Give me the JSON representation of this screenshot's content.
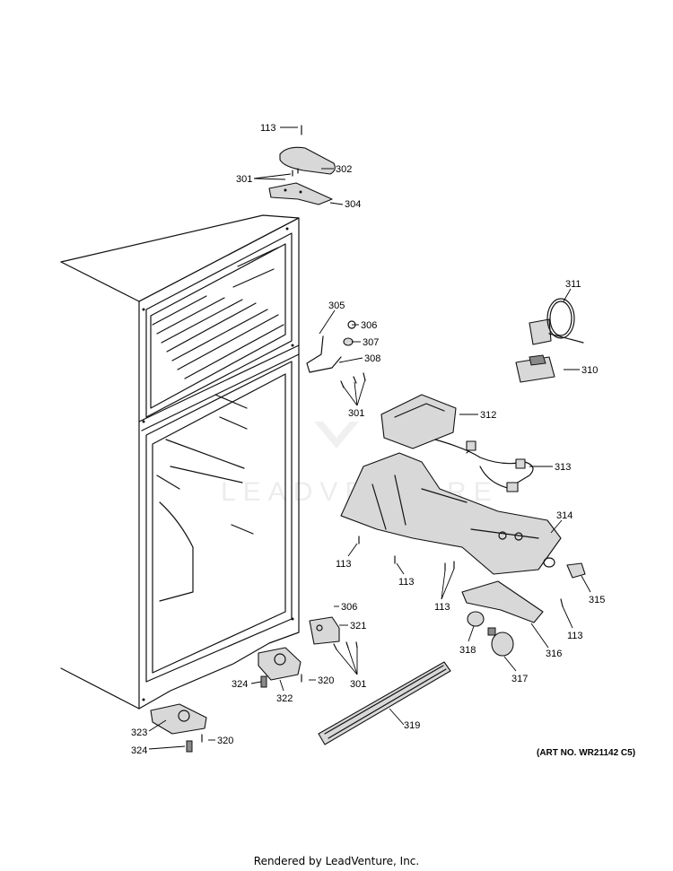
{
  "callouts": {
    "c113a": "113",
    "c302": "302",
    "c301a": "301",
    "c304": "304",
    "c305": "305",
    "c306a": "306",
    "c307": "307",
    "c308": "308",
    "c301b": "301",
    "c311": "311",
    "c310": "310",
    "c312": "312",
    "c313": "313",
    "c314": "314",
    "c113b": "113",
    "c113c": "113",
    "c113d": "113",
    "c315": "315",
    "c113e": "113",
    "c306b": "306",
    "c321": "321",
    "c301c": "301",
    "c324a": "324",
    "c322": "322",
    "c320a": "320",
    "c318": "318",
    "c316": "316",
    "c317": "317",
    "c323": "323",
    "c324b": "324",
    "c320b": "320",
    "c319": "319"
  },
  "watermark": "LEADVENTURE",
  "art_number": "(ART NO. WR21142 C5)",
  "footer": "Rendered by LeadVenture, Inc."
}
